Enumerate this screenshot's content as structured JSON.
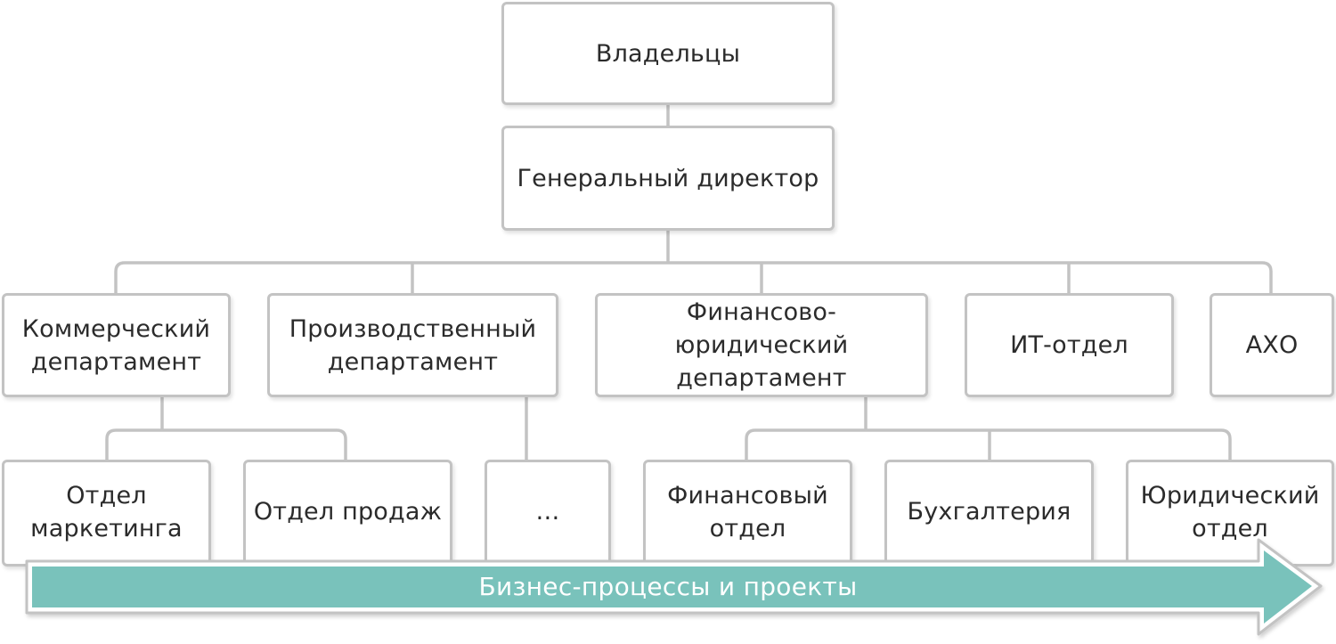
{
  "nodes": {
    "owners": "Владельцы",
    "ceo": "Генеральный директор",
    "commercial": [
      "Коммерческий",
      "департамент"
    ],
    "production": [
      "Производственный",
      "департамент"
    ],
    "finance_legal": [
      "Финансово-юридический",
      "департамент"
    ],
    "it": "ИТ-отдел",
    "aho": "АХО",
    "marketing": [
      "Отдел",
      "маркетинга"
    ],
    "sales": "Отдел продаж",
    "ellipsis": "…",
    "finance": [
      "Финансовый",
      "отдел"
    ],
    "accounting": "Бухгалтерия",
    "legal": [
      "Юридический",
      "отдел"
    ]
  },
  "arrow": {
    "label": "Бизнес-процессы и проекты",
    "color": "#79c2bb"
  },
  "colors": {
    "box_border": "#c3c3c3",
    "text": "#2b2b2b",
    "connector": "#c3c3c3"
  }
}
